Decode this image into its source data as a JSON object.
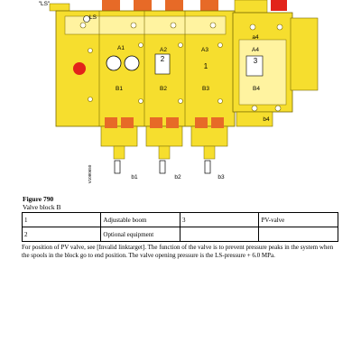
{
  "figure": {
    "callouts": {
      "ls_top": "\"LS\"",
      "ls_port": "LS",
      "a1": "A1",
      "a2": "A2",
      "a3": "A3",
      "a4": "A4",
      "b1": "B1",
      "b2": "B2",
      "b3": "B3",
      "b4": "B4",
      "sec1": "1",
      "sec2": "2",
      "sec3": "3",
      "a4_side": "a4",
      "b4_side": "b4",
      "bottom_b1": "b1",
      "bottom_b2": "b2",
      "bottom_b3": "b3",
      "code": "V1080650"
    }
  },
  "caption": {
    "title": "Figure 790",
    "subtitle": "Valve block B"
  },
  "legend": {
    "rows": [
      [
        "1",
        "Adjustable boom",
        "3",
        "PV-valve"
      ],
      [
        "2",
        "Optional equipment",
        "",
        ""
      ]
    ]
  },
  "note": "For position of PV valve, see [Invalid linktarget]. The function of the valve is to prevent pressure peaks in the system when the spools in the block go to end position. The valve opening pressure is the LS-pressure + 6.0 MPa.",
  "colors": {
    "yellow": "#f6de2e",
    "yellow_light": "#fff3a0",
    "orange": "#e76a27",
    "red": "#e2231a"
  }
}
